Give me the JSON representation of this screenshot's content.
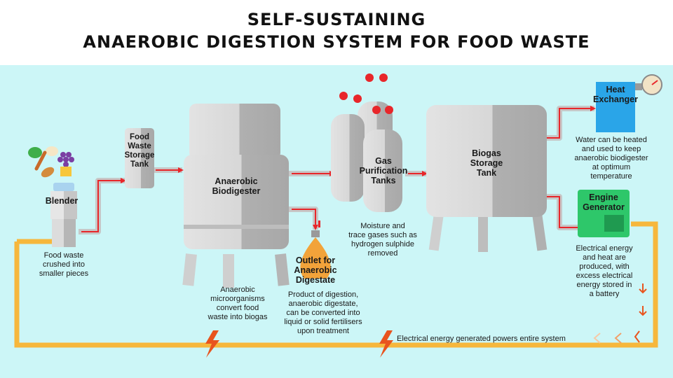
{
  "title": {
    "line1": "SELF-SUSTAINING",
    "line2": "ANAEROBIC DIGESTION SYSTEM FOR FOOD WASTE"
  },
  "components": {
    "blender": "Blender",
    "food_waste_storage_tank": "Food\nWaste\nStorage\nTank",
    "anaerobic_biodigester": "Anaerobic\nBiodigester",
    "gas_purification_tanks": "Gas\nPurification\nTanks",
    "biogas_storage_tank": "Biogas\nStorage\nTank",
    "heat_exchanger": "Heat\nExchanger",
    "engine_generator": "Engine\nGenerator",
    "outlet": "Outlet for\nAnaerobic\nDigestate"
  },
  "captions": {
    "blender": "Food waste\ncrushed into\nsmaller pieces",
    "biodigester": "Anaerobic\nmicroorganisms\nconvert food\nwaste into biogas",
    "outlet": "Product of digestion,\nanaerobic digestate,\ncan be converted into\nliquid or solid fertilisers\nupon treatment",
    "purification": "Moisture and\ntrace gases such as\nhydrogen sulphide\nremoved",
    "heat_exchanger": "Water can be heated\nand used to keep\nanaerobic biodigester\nat optimum\ntemperature",
    "engine_generator": "Electrical energy\nand heat are\nproduced, with\nexcess electrical\nenergy stored in\na battery",
    "loop": "Electrical energy generated powers entire system"
  },
  "colors": {
    "background": "#ccf6f7",
    "tank_light": "#d9d9d9",
    "tank_dark": "#a9a9a9",
    "pipe": "#c9c9c9",
    "arrow_red": "#e8262a",
    "loop_orange": "#f6b73c",
    "lightning": "#e8541e",
    "heat_exchanger": "#2aa5e8",
    "generator": "#2ec76a",
    "digestate": "#f2a33a",
    "valve": "#e8262a"
  },
  "icons": [
    "vegetables-icon",
    "bread-icon",
    "grapes-icon",
    "cheese-icon",
    "blender-icon",
    "lightning-icon",
    "pressure-gauge-icon",
    "valve-icon",
    "digestate-drop-icon",
    "battery-arrow-icon"
  ]
}
